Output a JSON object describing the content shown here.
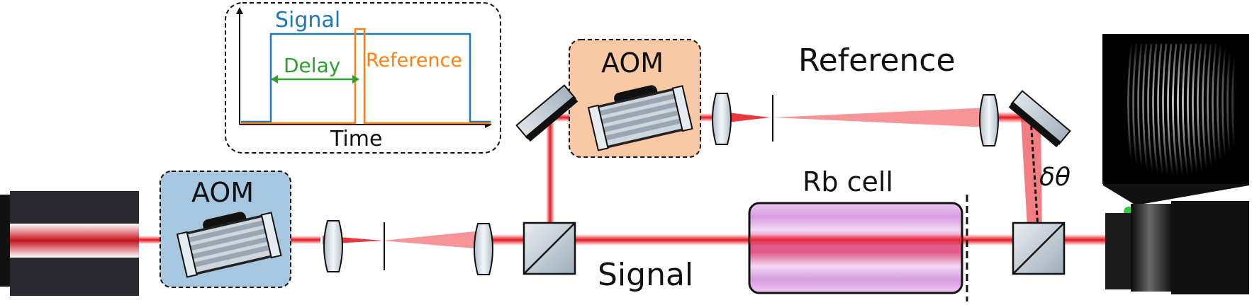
{
  "labels": {
    "aom_signal": "AOM",
    "aom_reference": "AOM",
    "reference_beam": "Reference",
    "signal_beam": "Signal",
    "rb_cell": "Rb cell",
    "angle": "δθ"
  },
  "timing_inset": {
    "signal": "Signal",
    "reference": "Reference",
    "delay": "Delay",
    "xlabel": "Time"
  },
  "colors": {
    "beam": "#e8131b",
    "aom_signal_box": "#a7c6e0",
    "aom_reference_box": "#f9c9a5",
    "signal_trace": "#1f77b4",
    "reference_trace": "#ff7f0e",
    "delay_arrow": "#2ca02c",
    "rb_cell": "#c98ad8"
  },
  "icons": {
    "laser": "laser-icon",
    "aom": "aom-crystal-icon",
    "lens": "lens-icon",
    "pinhole": "pinhole-icon",
    "mirror": "mirror-icon",
    "beamsplitter": "beamsplitter-cube-icon",
    "camera": "camera-icon",
    "interference_image": "interference-fringes-icon"
  }
}
